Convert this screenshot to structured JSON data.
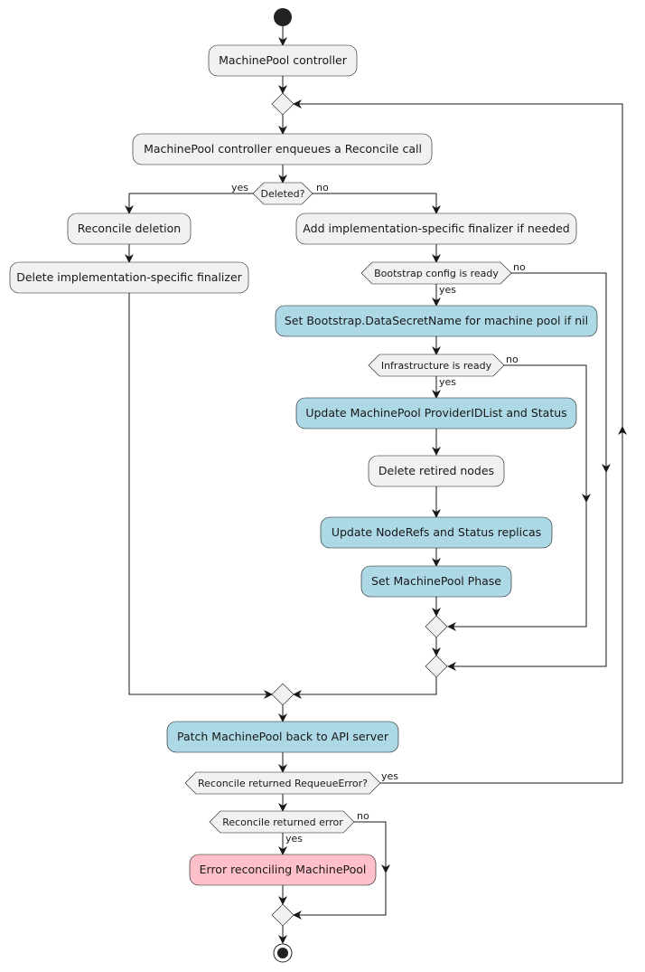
{
  "colors": {
    "default_fill": "#F1F1F1",
    "highlight_fill": "#ADD8E6",
    "error_fill": "#FFC0CB",
    "stroke": "#181818"
  },
  "activities": {
    "machinepool_controller": "MachinePool controller",
    "enqueue": "MachinePool controller enqueues a Reconcile call",
    "reconcile_deletion": "Reconcile deletion",
    "delete_finalizer": "Delete implementation-specific finalizer",
    "add_finalizer": "Add implementation-specific finalizer if needed",
    "set_datasecret": "Set Bootstrap.DataSecretName for machine pool if nil",
    "update_provider_ids": "Update MachinePool ProviderIDList and Status",
    "delete_retired": "Delete retired nodes",
    "update_noderefs": "Update NodeRefs and Status replicas",
    "set_phase": "Set MachinePool Phase",
    "patch": "Patch MachinePool back to API server",
    "error_reconciling": "Error reconciling MachinePool"
  },
  "decisions": {
    "deleted": "Deleted?",
    "bootstrap_ready": "Bootstrap config is ready",
    "infra_ready": "Infrastructure is ready",
    "requeue_error": "Reconcile returned RequeueError?",
    "reconcile_error": "Reconcile returned error"
  },
  "labels": {
    "yes": "yes",
    "no": "no"
  }
}
